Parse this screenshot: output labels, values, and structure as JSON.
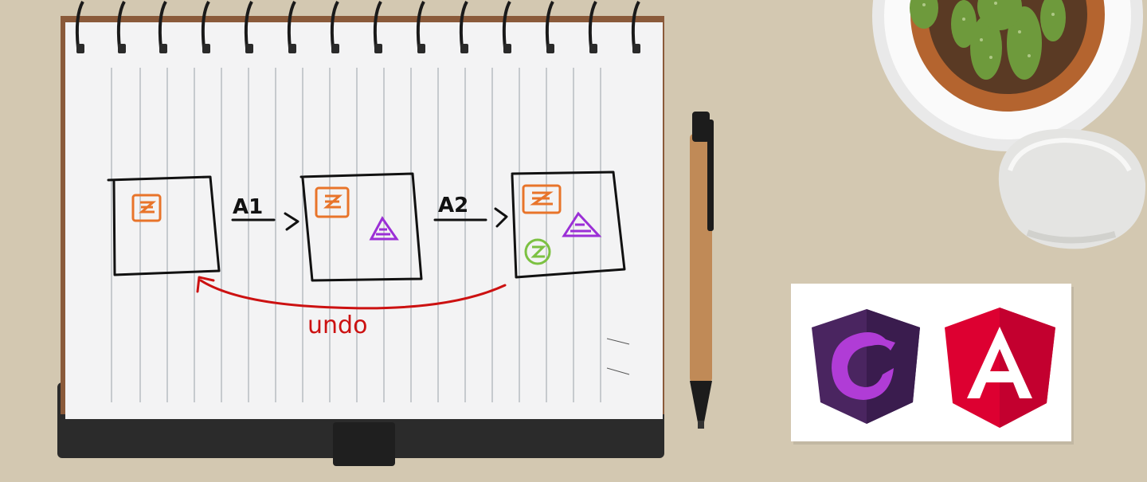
{
  "sketch": {
    "arrow1_label": "A1",
    "arrow2_label": "A2",
    "undo_label": "undo",
    "ink_black": "#111111",
    "ink_red": "#cc1111",
    "shape_orange": "#e8742a",
    "shape_purple": "#9b2fd6",
    "shape_green": "#7cc142"
  },
  "logos": {
    "first": {
      "name": "ngrx-logo",
      "color": "#4a2560",
      "mark_color": "#b03cd6"
    },
    "second": {
      "name": "angular-logo",
      "color": "#dd0031",
      "letter": "A"
    }
  },
  "desk_color": "#d3c8b1"
}
